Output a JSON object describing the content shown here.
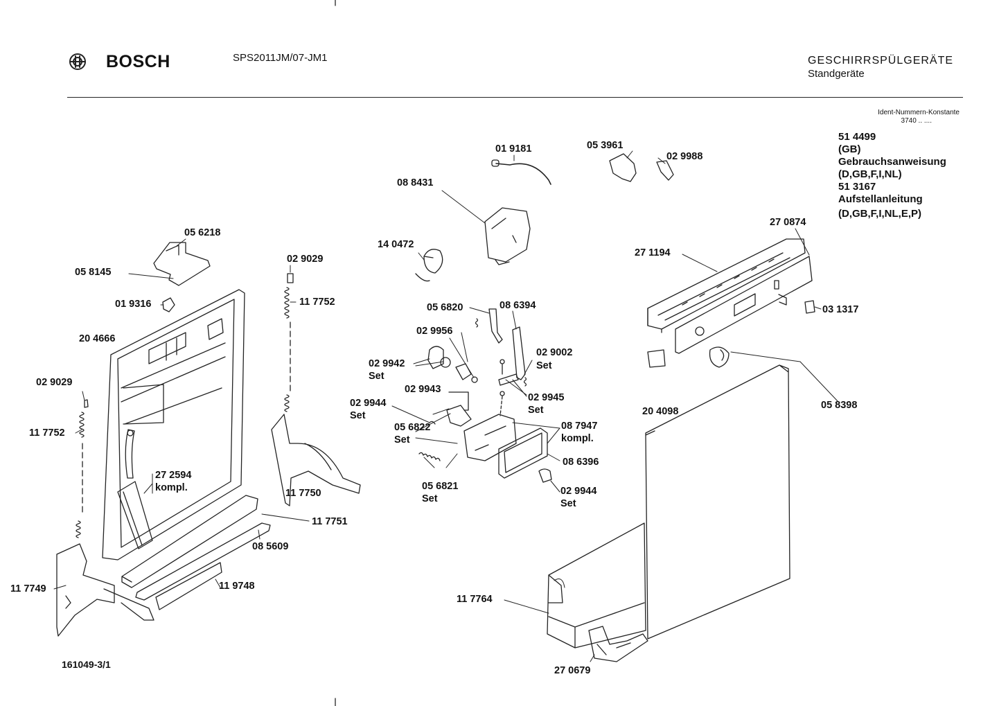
{
  "header": {
    "brand": "BOSCH",
    "model": "SPS2011JM/07-JM1",
    "category_line1": "GESCHIRRSPÜLGERÄTE",
    "category_line2": "Standgeräte",
    "ident_line1": "Ident-Nummern-Konstante",
    "ident_line2": "3740 .. ...."
  },
  "documents": [
    "51 4499",
    "(GB)",
    "Gebrauchsanweisung",
    "(D,GB,F,I,NL)",
    "51 3167",
    "Aufstellanleitung",
    "(D,GB,F,I,NL,E,P)"
  ],
  "parts": {
    "p019181": "01 9181",
    "p053961": "05 3961",
    "p029988": "02 9988",
    "p088431": "08 8431",
    "p140472": "14 0472",
    "p056218": "05 6218",
    "p058145": "05 8145",
    "p029029a": "02 9029",
    "p117752a": "11 7752",
    "p019316": "01 9316",
    "p204666": "20 4666",
    "p029029b": "02 9029",
    "p117752b": "11 7752",
    "p272594": "27 2594",
    "p272594_note": "kompl.",
    "p117750": "11 7750",
    "p117751": "11 7751",
    "p085609": "08 5609",
    "p119748": "11 9748",
    "p117749": "11 7749",
    "p056820": "05 6820",
    "p086394": "08 6394",
    "p029956": "02 9956",
    "p029942": "02 9942",
    "p029942_note": "Set",
    "p029002": "02 9002",
    "p029002_note": "Set",
    "p029943": "02 9943",
    "p029945": "02 9945",
    "p029945_note": "Set",
    "p029944a": "02 9944",
    "p029944a_note": "Set",
    "p056822": "05 6822",
    "p056822_note": "Set",
    "p087947": "08 7947",
    "p087947_note": "kompl.",
    "p086396": "08 6396",
    "p056821": "05 6821",
    "p056821_note": "Set",
    "p029944b": "02 9944",
    "p029944b_note": "Set",
    "p270874": "27 0874",
    "p271194": "27 1194",
    "p031317": "03 1317",
    "p058398": "05 8398",
    "p204098": "20 4098",
    "p117764": "11 7764",
    "p270679": "27 0679"
  },
  "footer": {
    "drawing_number": "161049-3/1"
  }
}
